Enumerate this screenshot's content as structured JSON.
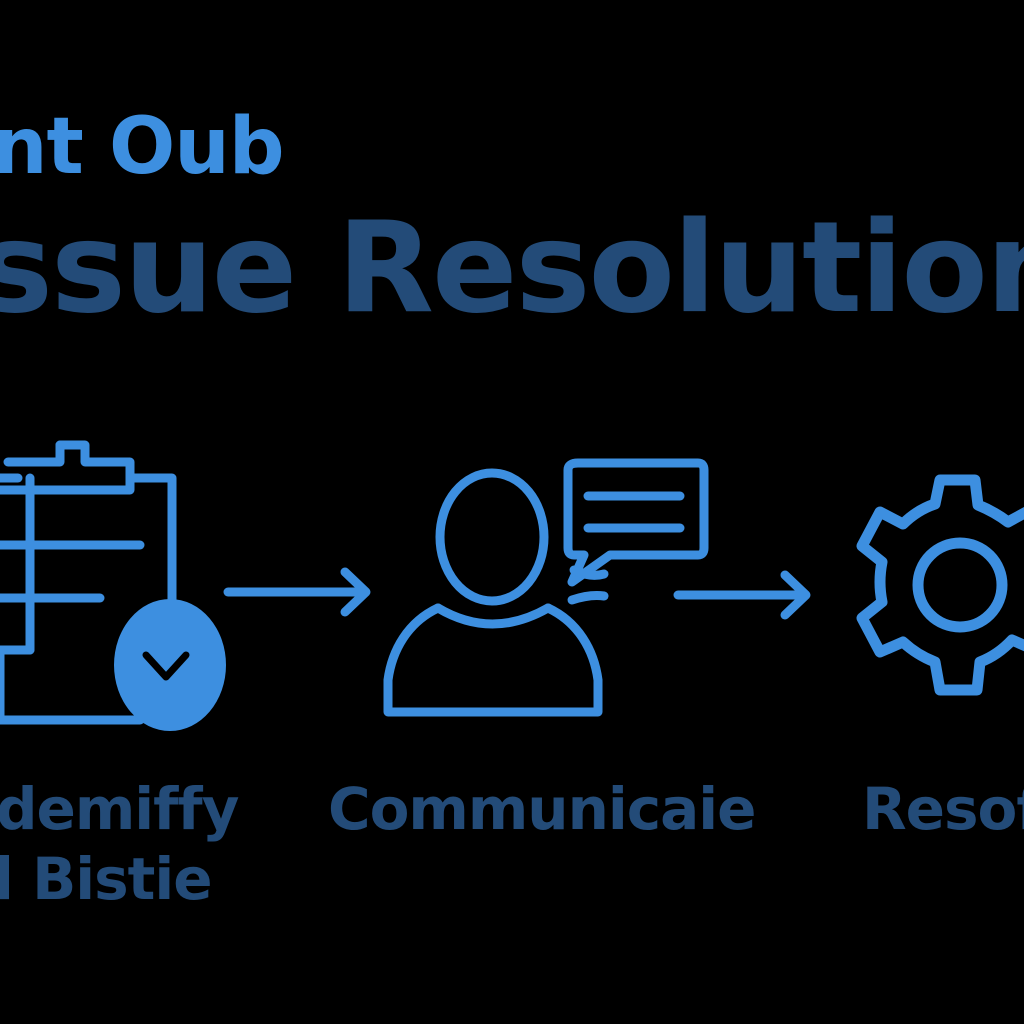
{
  "header": {
    "brand": "nt Oub",
    "title": "ssue  Resolution"
  },
  "steps": [
    {
      "icon": "clipboard-check-icon",
      "label_line1": "demiffy",
      "label_line2": "l Bistie"
    },
    {
      "icon": "person-chat-icon",
      "label_line1": "Communicaie"
    },
    {
      "icon": "gear-icon",
      "label_line1": "Resof"
    }
  ],
  "colors": {
    "background": "#000000",
    "icon_blue": "#3d8fe0",
    "text_dark_blue": "#234b78"
  }
}
